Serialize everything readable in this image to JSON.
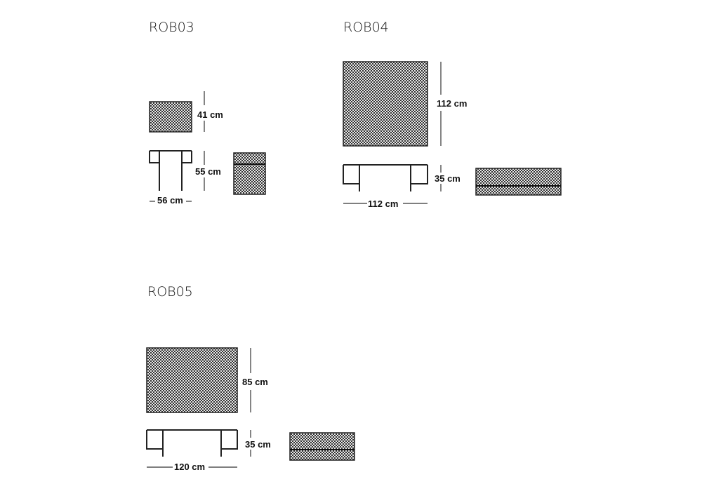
{
  "models": [
    {
      "name": "ROB03",
      "depth": "41 cm",
      "height": "55 cm",
      "width": "56 cm"
    },
    {
      "name": "ROB04",
      "depth": "112 cm",
      "height": "35 cm",
      "width": "112 cm"
    },
    {
      "name": "ROB05",
      "depth": "85 cm",
      "height": "35 cm",
      "width": "120 cm"
    }
  ]
}
